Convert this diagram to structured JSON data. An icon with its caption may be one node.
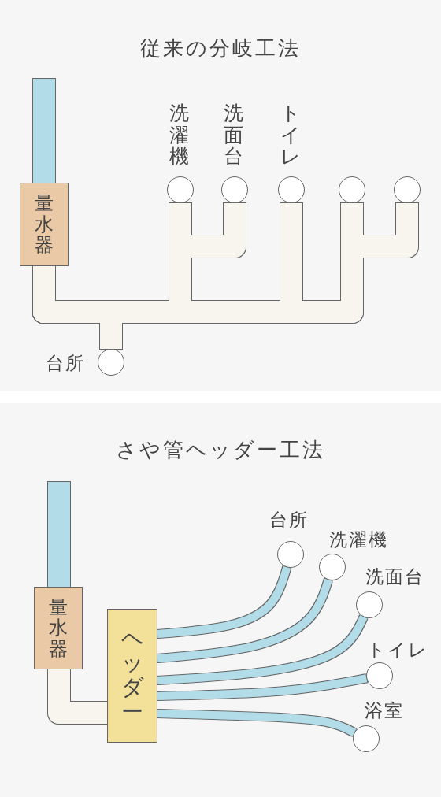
{
  "diagram": {
    "nodes": [
      {
        "text": [
          "量水器"
        ]
      },
      {
        "text": [],
        "shape": "circle",
        "beside": [
          "洗濯機"
        ]
      },
      {
        "text": [],
        "shape": "circle",
        "beside": [
          "洗面台"
        ]
      },
      {
        "text": [],
        "shape": "circle",
        "beside": [
          "トイレ"
        ]
      },
      {
        "text": [],
        "shape": "circle"
      },
      {
        "text": [],
        "shape": "circle"
      },
      {
        "text": [],
        "shape": "circle",
        "beside": [
          "台所"
        ]
      },
      {
        "text": [
          "量水器"
        ]
      },
      {
        "text": [
          "ヘッダー"
        ]
      },
      {
        "text": [],
        "shape": "circle",
        "beside": [
          "台所"
        ]
      },
      {
        "text": [],
        "shape": "circle",
        "beside": [
          "洗濯機"
        ]
      },
      {
        "text": [],
        "shape": "circle",
        "beside": [
          "洗面台"
        ]
      },
      {
        "text": [],
        "shape": "circle",
        "beside": [
          "トイレ"
        ]
      },
      {
        "text": [],
        "shape": "circle",
        "beside": [
          "浴室"
        ]
      }
    ],
    "edges": [
      {
        "from": null,
        "to": 0,
        "arrow": "none",
        "color": "#b3dce9"
      },
      {
        "from": 0,
        "to": 6,
        "arrow": "none"
      },
      {
        "from": 0,
        "to": 1,
        "arrow": "none"
      },
      {
        "from": 0,
        "to": 2,
        "arrow": "none"
      },
      {
        "from": 0,
        "to": 3,
        "arrow": "none"
      },
      {
        "from": 0,
        "to": 4,
        "arrow": "none"
      },
      {
        "from": 0,
        "to": 5,
        "arrow": "none"
      },
      {
        "from": null,
        "to": 7,
        "arrow": "none",
        "color": "#b3dce9"
      },
      {
        "from": 7,
        "to": 8,
        "arrow": "none"
      },
      {
        "from": 8,
        "to": 9,
        "arrow": "none",
        "color": "#b3dce9"
      },
      {
        "from": 8,
        "to": 10,
        "arrow": "none",
        "color": "#b3dce9"
      },
      {
        "from": 8,
        "to": 11,
        "arrow": "none",
        "color": "#b3dce9"
      },
      {
        "from": 8,
        "to": 12,
        "arrow": "none",
        "color": "#b3dce9"
      },
      {
        "from": 8,
        "to": 13,
        "arrow": "none",
        "color": "#b3dce9"
      }
    ],
    "labels": [
      "従来の分岐工法",
      "さや管ヘッダー工法"
    ]
  }
}
